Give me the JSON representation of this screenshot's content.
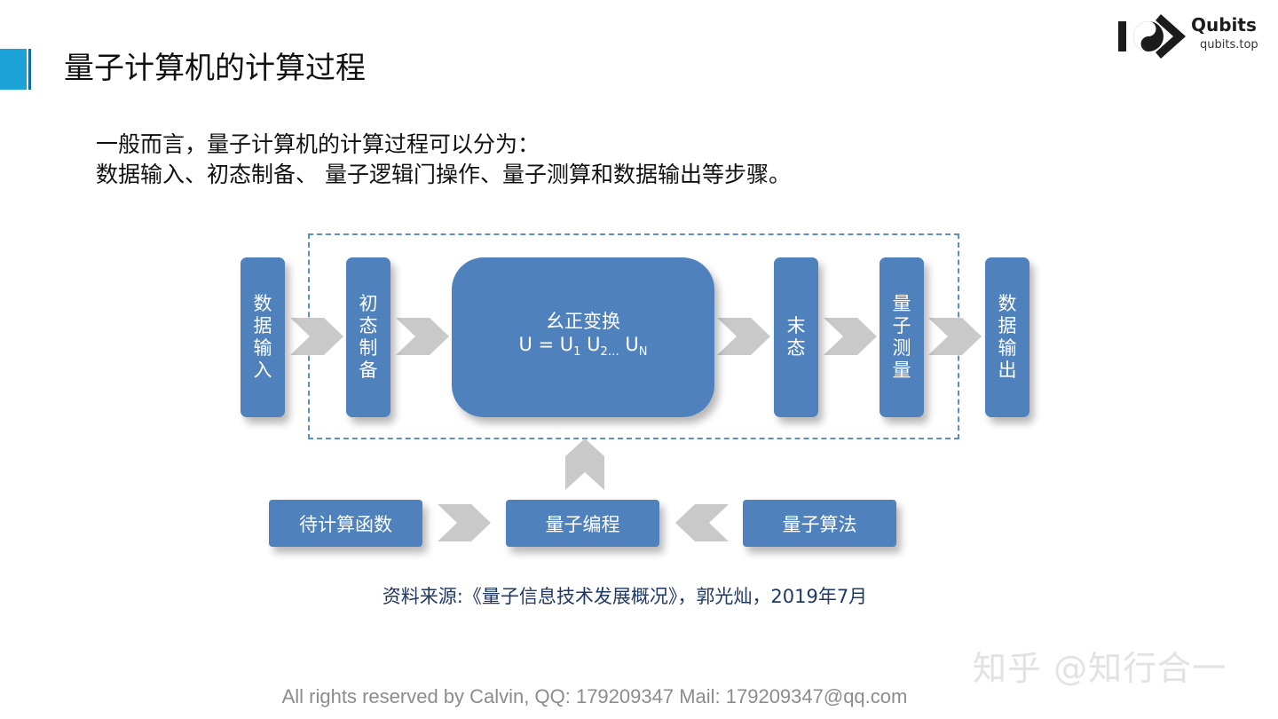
{
  "slide": {
    "title": "量子计算机的计算过程",
    "intro_line1": "一般而言，量子计算机的计算过程可以分为：",
    "intro_line2": "数据输入、初态制备、 量子逻辑门操作、量子测算和数据输出等步骤。"
  },
  "logo": {
    "mark_text": "1",
    "name": "Qubits",
    "url": "qubits.top"
  },
  "diagram": {
    "data_input": "数据输入",
    "init_state": "初态制备",
    "unitary": {
      "title": "幺正变换",
      "formula_prefix": "U = U",
      "sub1": "1",
      "sep": " U",
      "sub2": "2…",
      "sep2": " U",
      "subN": "N"
    },
    "final_state": "末态",
    "measurement": "量子测量",
    "data_output": "数据输出",
    "function_to_compute": "待计算函数",
    "quantum_programming": "量子编程",
    "quantum_algorithm": "量子算法"
  },
  "source": "资料来源:《量子信息技术发展概况》，郭光灿，2019年7月",
  "watermark": "知乎 @知行合一",
  "footer": "All rights reserved by Calvin,  QQ: 179209347  Mail: 179209347@qq.com",
  "colors": {
    "box": "#4f81bd",
    "arrow": "#c9c9c9",
    "dashed_border": "#5b8fc7",
    "accent": "#1ba2d6",
    "source_text": "#1f3864"
  }
}
